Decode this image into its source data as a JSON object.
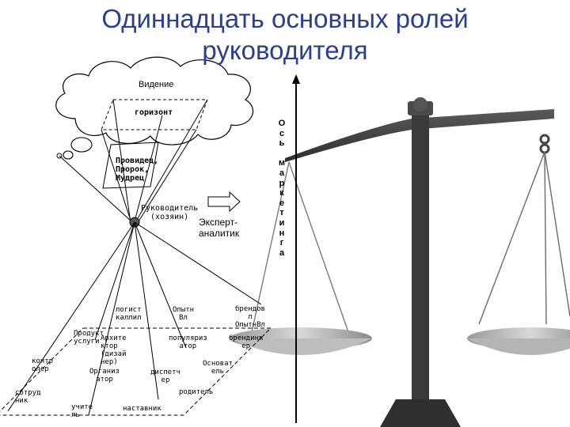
{
  "title": {
    "line1": "Одиннадцать основных ролей",
    "line2": "руководителя"
  },
  "cloud": {
    "vision": "Видение",
    "horizon": "горизонт"
  },
  "prophet": "Провидец,\nПророк,\nМудрец",
  "leader": "Руководитель\n(хозяин)",
  "expert": "Эксперт-\nаналитик",
  "axis_label": [
    "О",
    "с",
    "ь",
    " ",
    "м",
    "а",
    "р",
    "к",
    "е",
    "т",
    "и",
    "н",
    "г",
    "а"
  ],
  "roles": {
    "logistics": "логист\nкаллил",
    "experienced": "Опытн\nВл",
    "brand_owner": "брендов\nл\nОпытнВл",
    "product": "Продукт\nуслуги",
    "architect": "Архите\nктор\n(дизай\nнер)",
    "popularizer": "популяриз\nатор",
    "brand_engineer": "брендинж\nер",
    "controller": "контр\nолер",
    "founder": "Основат\nель",
    "organizer": "Организ\nатор",
    "dispatcher": "диспетч\nер",
    "parent": "родитель",
    "employee": "сотруд\nник",
    "teacher": "учите\nль",
    "mentor": "наставник"
  },
  "colors": {
    "title": "#2c3f8c",
    "scale_dark": "#3d3d3d",
    "scale_light": "#c8c8c8"
  }
}
